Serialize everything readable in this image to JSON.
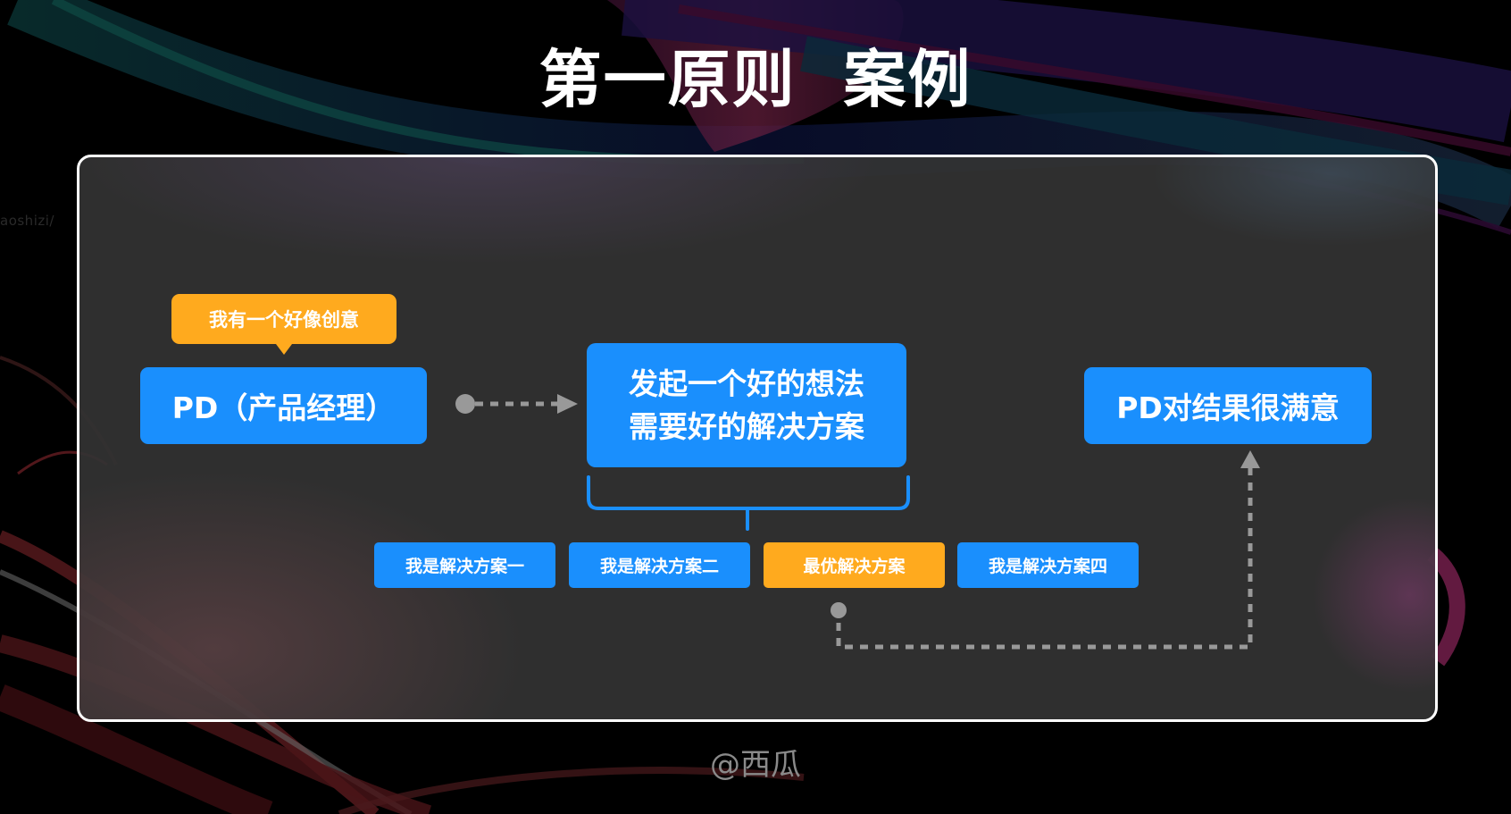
{
  "slide": {
    "title": "第一原则  案例",
    "watermark": "aoshizi/",
    "footer": "@西瓜"
  },
  "diagram": {
    "idea_bubble": "我有一个好像创意",
    "pd_box": "PD（产品经理）",
    "center_box": {
      "line1": "发起一个好的想法",
      "line2": "需要好的解决方案"
    },
    "result_box": "PD对结果很满意",
    "solutions": [
      {
        "label": "我是解决方案一",
        "highlight": false
      },
      {
        "label": "我是解决方案二",
        "highlight": false
      },
      {
        "label": "最优解决方案",
        "highlight": true
      },
      {
        "label": "我是解决方案四",
        "highlight": false
      }
    ],
    "connections": [
      {
        "from": "pd_box",
        "to": "center_box",
        "style": "dashed-arrow"
      },
      {
        "from": "center_box",
        "to": "solutions",
        "style": "bracket"
      },
      {
        "from": "最优解决方案",
        "to": "result_box",
        "style": "dashed-arrow"
      }
    ]
  },
  "colors": {
    "primary_blue": "#1a8ffd",
    "highlight_orange": "#ffaa1e",
    "connector_gray": "#999999",
    "panel_bg": "#333333",
    "panel_border": "#ffffff",
    "background": "#000000"
  }
}
